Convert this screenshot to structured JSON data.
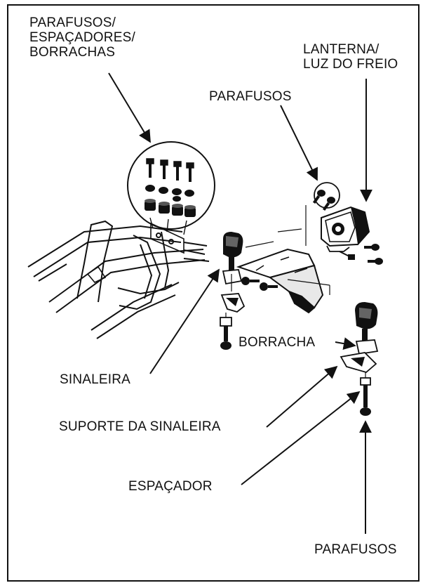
{
  "labels": {
    "bolts_spacers_rubbers": [
      "PARAFUSOS/",
      "ESPAÇADORES/",
      "BORRACHAS"
    ],
    "tail_brake_light": [
      "LANTERNA/",
      "LUZ DO FREIO"
    ],
    "bolts_top": "PARAFUSOS",
    "rubber": "BORRACHA",
    "turn_signal": "SINALEIRA",
    "turn_signal_bracket": "SUPORTE DA SINALEIRA",
    "spacer": "ESPAÇADOR",
    "bolts_bottom": "PARAFUSOS"
  },
  "colors": {
    "ink": "#111111",
    "paper": "#ffffff",
    "shade": "#3a3a3a"
  }
}
